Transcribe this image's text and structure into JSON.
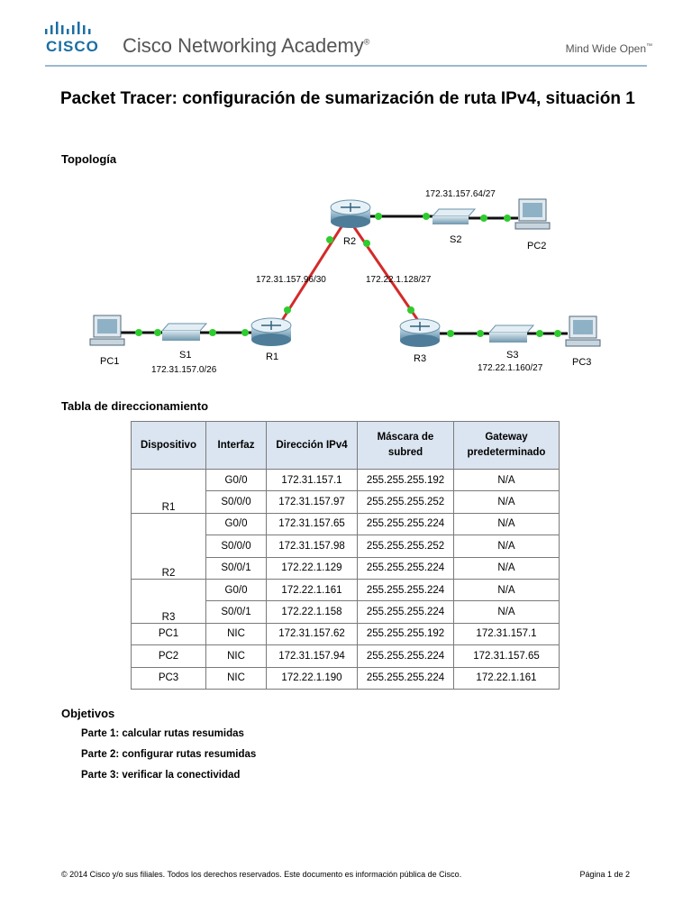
{
  "header": {
    "brand": "CISCO",
    "academy": "Cisco Networking Academy",
    "registered": "®",
    "tagline": "Mind Wide Open",
    "trademark": "™"
  },
  "title": "Packet Tracer: configuración de sumarización de ruta IPv4, situación 1",
  "sections": {
    "topology": "Topología",
    "addressing": "Tabla de direccionamiento",
    "objectives": "Objetivos"
  },
  "topology": {
    "devices": {
      "R1": "R1",
      "R2": "R2",
      "R3": "R3",
      "S1": "S1",
      "S2": "S2",
      "S3": "S3",
      "PC1": "PC1",
      "PC2": "PC2",
      "PC3": "PC3"
    },
    "networks": {
      "lan_r2": "172.31.157.64/27",
      "r1_r2": "172.31.157.96/30",
      "r2_r3": "172.22.1.128/27",
      "lan_r1": "172.31.157.0/26",
      "lan_r3": "172.22.1.160/27"
    },
    "colors": {
      "serial": "#d42a2a",
      "ethernet": "#111111",
      "port": "#2ecc2e"
    }
  },
  "table": {
    "headers": [
      "Dispositivo",
      "Interfaz",
      "Dirección IPv4",
      "Máscara de subred",
      "Gateway predeterminado"
    ],
    "rows": [
      [
        "R1",
        "G0/0",
        "172.31.157.1",
        "255.255.255.192",
        "N/A"
      ],
      [
        "",
        "S0/0/0",
        "172.31.157.97",
        "255.255.255.252",
        "N/A"
      ],
      [
        "R2",
        "G0/0",
        "172.31.157.65",
        "255.255.255.224",
        "N/A"
      ],
      [
        "",
        "S0/0/0",
        "172.31.157.98",
        "255.255.255.252",
        "N/A"
      ],
      [
        "",
        "S0/0/1",
        "172.22.1.129",
        "255.255.255.224",
        "N/A"
      ],
      [
        "R3",
        "G0/0",
        "172.22.1.161",
        "255.255.255.224",
        "N/A"
      ],
      [
        "",
        "S0/0/1",
        "172.22.1.158",
        "255.255.255.224",
        "N/A"
      ],
      [
        "PC1",
        "NIC",
        "172.31.157.62",
        "255.255.255.192",
        "172.31.157.1"
      ],
      [
        "PC2",
        "NIC",
        "172.31.157.94",
        "255.255.255.224",
        "172.31.157.65"
      ],
      [
        "PC3",
        "NIC",
        "172.22.1.190",
        "255.255.255.224",
        "172.22.1.161"
      ]
    ]
  },
  "objectives": [
    "Parte 1: calcular rutas resumidas",
    "Parte 2: configurar rutas resumidas",
    "Parte 3: verificar la conectividad"
  ],
  "footer": {
    "copyright": "© 2014 Cisco y/o sus filiales. Todos los derechos reservados. Este documento es información pública de Cisco.",
    "page": "Página 1 de 2"
  }
}
